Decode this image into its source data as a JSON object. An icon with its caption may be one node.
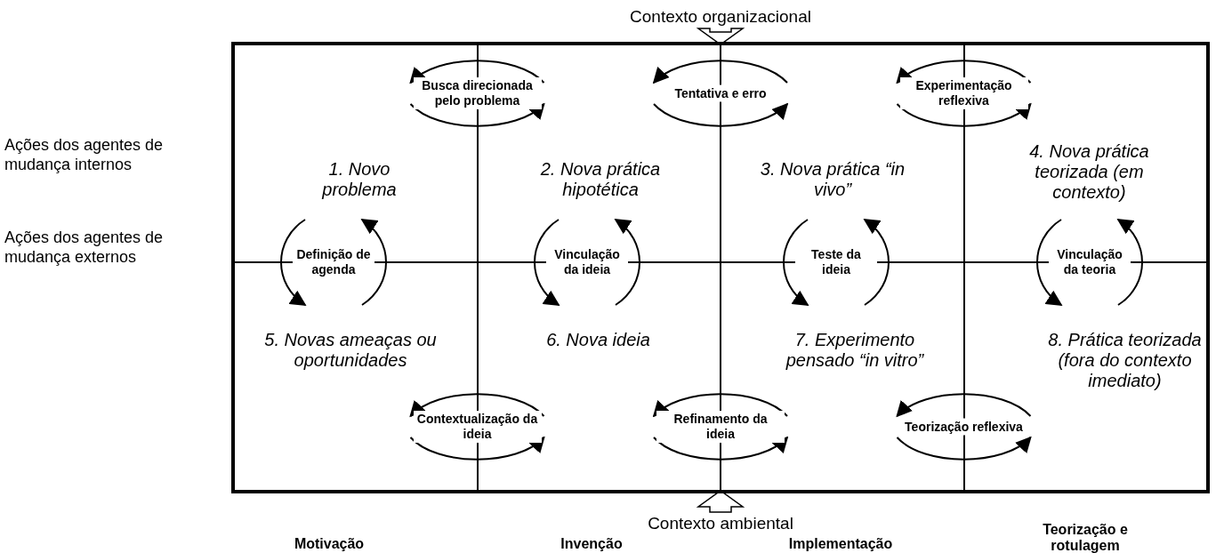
{
  "diagram": {
    "nodes": [
      {
        "text": [
          "Contexto organizacional"
        ]
      },
      {
        "text": [],
        "shape": "box"
      },
      {
        "text": [
          "1. Novo problema"
        ],
        "in": 1
      },
      {
        "text": [
          "2. Nova prática hipotética"
        ],
        "in": 1
      },
      {
        "text": [
          "3. Nova prática “in vivo”"
        ],
        "in": 1
      },
      {
        "text": [
          "4. Nova prática teorizada (em contexto)"
        ],
        "in": 1
      },
      {
        "text": [
          "5. Novas ameaças ou oportunidades"
        ],
        "in": 1
      },
      {
        "text": [
          "6. Nova ideia"
        ],
        "in": 1
      },
      {
        "text": [
          "7. Experimento pensado “in vitro”"
        ],
        "in": 1
      },
      {
        "text": [
          "8. Prática teorizada (fora do contexto imediato)"
        ],
        "in": 1
      },
      {
        "text": [
          "Contexto ambiental"
        ]
      }
    ],
    "edges": [
      {
        "from": 0,
        "to": 1,
        "arrow": "to"
      },
      {
        "from": 3,
        "to": 2,
        "arrow": "to",
        "label": "Busca direcionada pelo problema"
      },
      {
        "from": 2,
        "to": 3,
        "arrow": "to"
      },
      {
        "from": 4,
        "to": 3,
        "arrow": "to",
        "label": "Tentativa e erro"
      },
      {
        "from": 3,
        "to": 4,
        "arrow": "to"
      },
      {
        "from": 5,
        "to": 4,
        "arrow": "to",
        "label": "Experimentação reflexiva"
      },
      {
        "from": 4,
        "to": 5,
        "arrow": "to"
      },
      {
        "from": 2,
        "to": 6,
        "arrow": "to",
        "label": "Definição de agenda"
      },
      {
        "from": 6,
        "to": 2,
        "arrow": "to"
      },
      {
        "from": 3,
        "to": 7,
        "arrow": "to",
        "label": "Vinculação da ideia"
      },
      {
        "from": 7,
        "to": 3,
        "arrow": "to"
      },
      {
        "from": 4,
        "to": 8,
        "arrow": "to",
        "label": "Teste da ideia"
      },
      {
        "from": 8,
        "to": 4,
        "arrow": "to"
      },
      {
        "from": 5,
        "to": 9,
        "arrow": "to",
        "label": "Vinculação da teoria"
      },
      {
        "from": 9,
        "to": 5,
        "arrow": "to"
      },
      {
        "from": 7,
        "to": 6,
        "arrow": "to",
        "label": "Contextualização da ideia"
      },
      {
        "from": 6,
        "to": 7,
        "arrow": "to"
      },
      {
        "from": 8,
        "to": 7,
        "arrow": "to",
        "label": "Refinamento da ideia"
      },
      {
        "from": 7,
        "to": 8,
        "arrow": "to"
      },
      {
        "from": 9,
        "to": 8,
        "arrow": "to",
        "label": "Teorização reflexiva"
      },
      {
        "from": 8,
        "to": 9,
        "arrow": "to"
      },
      {
        "from": 10,
        "to": 1,
        "arrow": "to"
      }
    ],
    "labels": [
      "Ações dos agentes de mudança internos",
      "Ações dos agentes de mudança externos",
      "Motivação",
      "Invenção",
      "Implementação",
      "Teorização e rotulagem"
    ]
  }
}
